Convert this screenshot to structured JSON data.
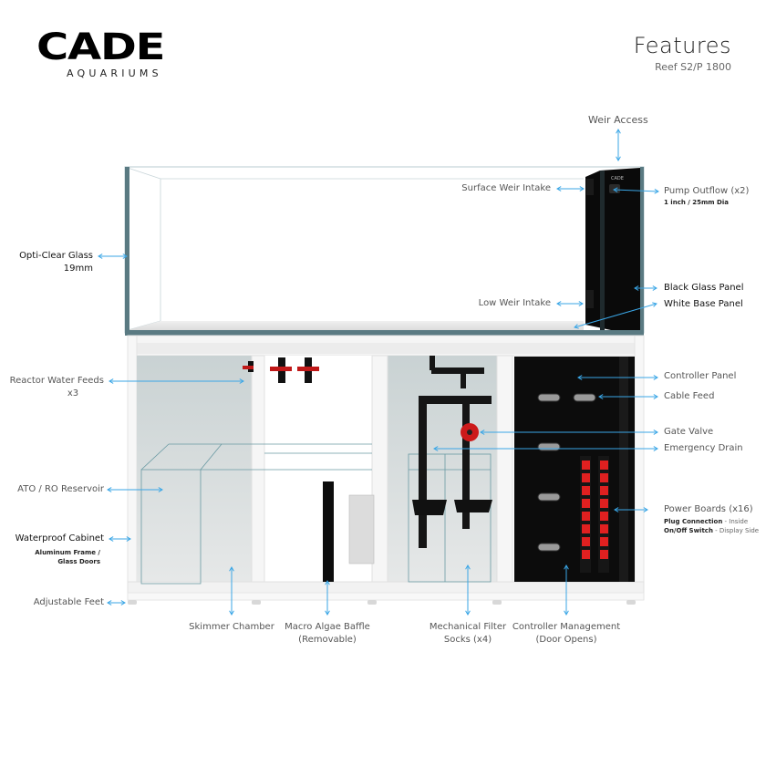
{
  "brand": {
    "logo_text": "CADE",
    "logo_subtext": "AQUARIUMS"
  },
  "header": {
    "title": "Features",
    "subtitle": "Reef S2/P 1800"
  },
  "colors": {
    "arrow": "#3aa6e6",
    "glass_edge": "#5a7a82",
    "black_panel": "#0a0a0a",
    "switch_red": "#e02020",
    "valve_red": "#cc1a1a",
    "cabinet_white": "#f4f4f4"
  },
  "callouts": {
    "weir_access": "Weir Access",
    "surface_weir_intake": "Surface Weir Intake",
    "pump_outflow": "Pump Outflow (x2)",
    "pump_outflow_sub": "1 inch / 25mm Dia",
    "opti_clear_glass": "Opti-Clear Glass",
    "opti_clear_glass_sub": "19mm",
    "black_glass_panel": "Black Glass Panel",
    "white_base_panel": "White Base Panel",
    "low_weir_intake": "Low Weir Intake",
    "reactor_water_feeds": "Reactor Water Feeds",
    "reactor_water_feeds_sub": "x3",
    "controller_panel": "Controller Panel",
    "cable_feed": "Cable Feed",
    "gate_valve": "Gate Valve",
    "emergency_drain": "Emergency Drain",
    "ato_ro_reservoir": "ATO / RO Reservoir",
    "power_boards": "Power Boards (x16)",
    "plug_connection": "Plug Connection",
    "plug_connection_note": " - Inside",
    "on_off_switch": "On/Off Switch",
    "on_off_switch_note": " - Display Side",
    "waterproof_cabinet": "Waterproof Cabinet",
    "waterproof_cabinet_sub1": "Aluminum Frame /",
    "waterproof_cabinet_sub2": "Glass Doors",
    "adjustable_feet": "Adjustable Feet",
    "skimmer_chamber": "Skimmer Chamber",
    "macro_algae_baffle": "Macro Algae Baffle",
    "macro_algae_baffle_sub": "(Removable)",
    "mechanical_filter_socks": "Mechanical Filter",
    "mechanical_filter_socks_sub": "Socks (x4)",
    "controller_management": "Controller Management",
    "controller_management_sub": "(Door Opens)"
  },
  "weir_logo": "CADE"
}
